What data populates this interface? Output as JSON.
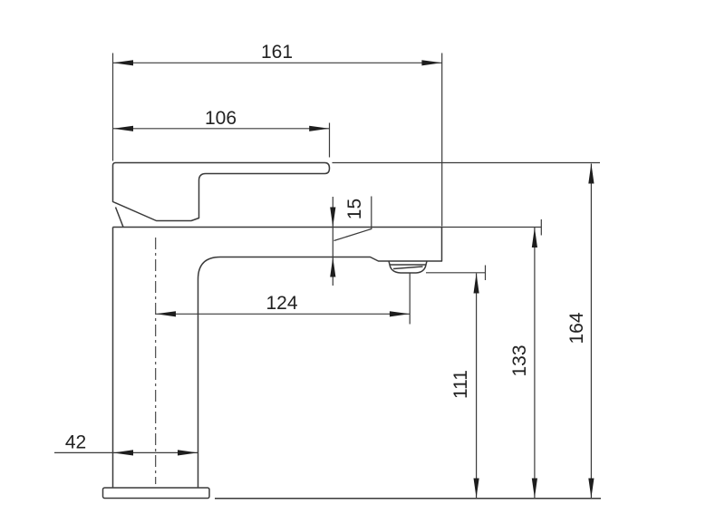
{
  "drawing": {
    "background_color": "#ffffff",
    "line_color": "#3a3a3a",
    "text_color": "#222222",
    "subject": "basin mixer tap side elevation",
    "dimensions": {
      "total_length": "161",
      "handle_length": "106",
      "spout_tip_thickness": "15",
      "spout_reach": "124",
      "body_width": "42",
      "outlet_height": "111",
      "spout_top_height": "133",
      "total_height": "164"
    }
  }
}
